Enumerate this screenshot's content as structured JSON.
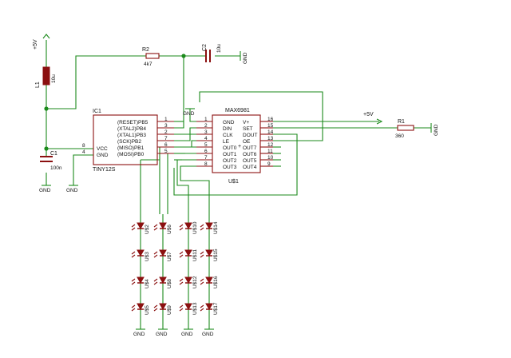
{
  "labels": {
    "vcc_top": "+5V",
    "vcc_right": "+5V",
    "l1_name": "L1",
    "l1_value": "10u",
    "r2_name": "R2",
    "r2_value": "4k7",
    "c2_name": "C2",
    "c2_value": "10u",
    "c1_name": "C1",
    "c1_value": "100n",
    "r1_name": "R1",
    "r1_value": "360",
    "ic1_name": "IC1",
    "ic1_part": "TINY12S",
    "max_part": "MAX6981",
    "max_name": "U$1",
    "gnd": "GND",
    "ic1_pins_left": [
      {
        "num": "8",
        "name": "VCC"
      },
      {
        "num": "4",
        "name": "GND"
      }
    ],
    "ic1_pins_right": [
      {
        "num": "1",
        "name": "(RESET)PB5"
      },
      {
        "num": "3",
        "name": "(XTAL2)PB4"
      },
      {
        "num": "2",
        "name": "(XTAL1)PB3"
      },
      {
        "num": "7",
        "name": "(SCK)PB2"
      },
      {
        "num": "6",
        "name": "(MISO)PB1"
      },
      {
        "num": "5",
        "name": "(MOSI)PB0"
      }
    ],
    "max_pins_left": [
      {
        "num": "1",
        "name": "GND"
      },
      {
        "num": "2",
        "name": "DIN"
      },
      {
        "num": "3",
        "name": "CLK"
      },
      {
        "num": "4",
        "name": "LE"
      },
      {
        "num": "5",
        "name": "OUT0"
      },
      {
        "num": "6",
        "name": "OUT1"
      },
      {
        "num": "7",
        "name": "OUT2"
      },
      {
        "num": "8",
        "name": "OUT3"
      }
    ],
    "max_pins_right": [
      {
        "num": "16",
        "name": "V+"
      },
      {
        "num": "15",
        "name": "SET"
      },
      {
        "num": "14",
        "name": "DOUT"
      },
      {
        "num": "13",
        "name": "OE"
      },
      {
        "num": "12",
        "name": "OUT7"
      },
      {
        "num": "11",
        "name": "OUT6"
      },
      {
        "num": "10",
        "name": "OUT5"
      },
      {
        "num": "9",
        "name": "OUT4"
      }
    ],
    "leds": [
      [
        "U$2",
        "U$3",
        "U$4",
        "U$5"
      ],
      [
        "U$6",
        "U$7",
        "U$8",
        "U$9"
      ],
      [
        "U$10",
        "U$11",
        "U$12",
        "U$13"
      ],
      [
        "U$14",
        "U$15",
        "U$16",
        "U$17"
      ]
    ]
  },
  "colors": {
    "wire": "#1b8a1b",
    "part": "#8b1010",
    "text": "#111111",
    "background": "#ffffff"
  }
}
